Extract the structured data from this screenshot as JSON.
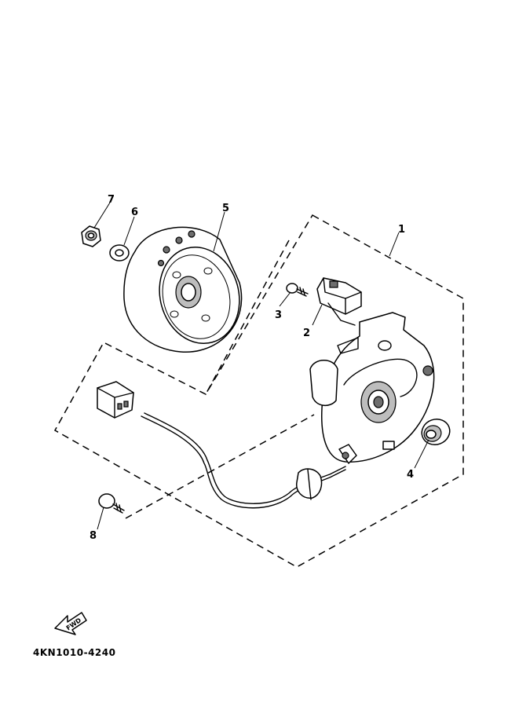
{
  "diagram": {
    "callouts": {
      "p1": "1",
      "p2": "2",
      "p3": "3",
      "p4": "4",
      "p5": "5",
      "p6": "6",
      "p7": "7",
      "p8": "8"
    },
    "fwd_label": "FWD",
    "part_number": "4KN1010-4240"
  }
}
